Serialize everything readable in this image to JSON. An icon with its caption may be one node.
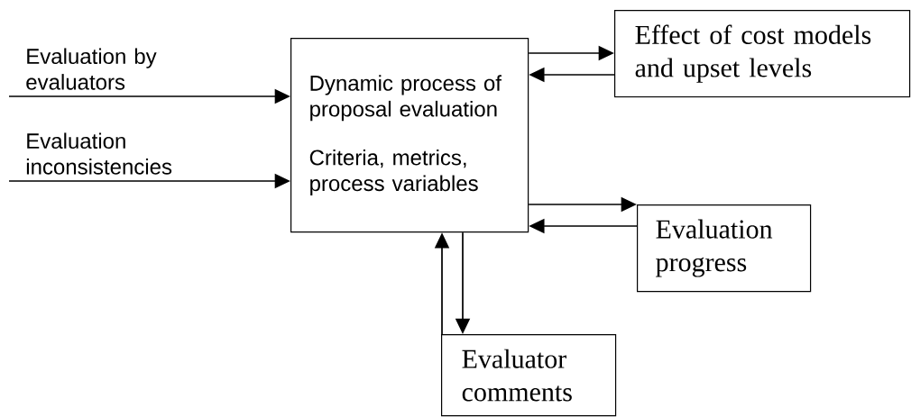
{
  "diagram": {
    "nodes": [
      {
        "text": [
          "Dynamic process of proposal evaluation",
          "Criteria, metrics, process variables"
        ]
      },
      {
        "text": [
          "Effect of cost models and upset levels"
        ]
      },
      {
        "text": [
          "Evaluation progress"
        ]
      },
      {
        "text": [
          "Evaluator comments"
        ]
      }
    ],
    "edges": [
      {
        "from": null,
        "to": 0,
        "arrow": "to",
        "label": "Evaluation by evaluators"
      },
      {
        "from": null,
        "to": 0,
        "arrow": "to",
        "label": "Evaluation inconsistencies"
      },
      {
        "from": 0,
        "to": 1,
        "arrow": "to"
      },
      {
        "from": 1,
        "to": 0,
        "arrow": "to"
      },
      {
        "from": 0,
        "to": 2,
        "arrow": "to"
      },
      {
        "from": 2,
        "to": 0,
        "arrow": "to"
      },
      {
        "from": 0,
        "to": 3,
        "arrow": "to"
      },
      {
        "from": 3,
        "to": 0,
        "arrow": "to"
      }
    ]
  }
}
